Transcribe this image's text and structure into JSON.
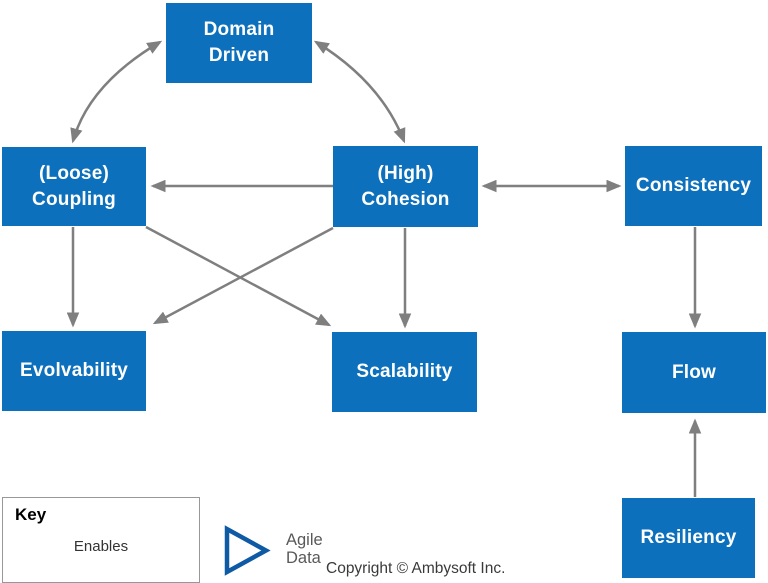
{
  "diagram": {
    "nodes": {
      "domain_driven": {
        "lines": [
          "Domain",
          "Driven"
        ]
      },
      "loose_coupling": {
        "lines": [
          "(Loose)",
          "Coupling"
        ]
      },
      "high_cohesion": {
        "lines": [
          "(High)",
          "Cohesion"
        ]
      },
      "consistency": {
        "lines": [
          "Consistency"
        ]
      },
      "evolvability": {
        "lines": [
          "Evolvability"
        ]
      },
      "scalability": {
        "lines": [
          "Scalability"
        ]
      },
      "flow": {
        "lines": [
          "Flow"
        ]
      },
      "resiliency": {
        "lines": [
          "Resiliency"
        ]
      }
    },
    "edges": [
      {
        "from": "Domain Driven",
        "to": "(Loose) Coupling",
        "relationship": "enables",
        "direction": "bidirectional",
        "style": "curved"
      },
      {
        "from": "Domain Driven",
        "to": "(High) Cohesion",
        "relationship": "enables",
        "direction": "bidirectional",
        "style": "curved"
      },
      {
        "from": "(High) Cohesion",
        "to": "(Loose) Coupling",
        "relationship": "enables",
        "direction": "one-way",
        "style": "straight"
      },
      {
        "from": "(High) Cohesion",
        "to": "Consistency",
        "relationship": "enables",
        "direction": "bidirectional",
        "style": "straight"
      },
      {
        "from": "(Loose) Coupling",
        "to": "Evolvability",
        "relationship": "enables",
        "direction": "one-way",
        "style": "straight"
      },
      {
        "from": "(Loose) Coupling",
        "to": "Scalability",
        "relationship": "enables",
        "direction": "one-way",
        "style": "straight"
      },
      {
        "from": "(High) Cohesion",
        "to": "Evolvability",
        "relationship": "enables",
        "direction": "one-way",
        "style": "straight"
      },
      {
        "from": "(High) Cohesion",
        "to": "Scalability",
        "relationship": "enables",
        "direction": "one-way",
        "style": "straight"
      },
      {
        "from": "Consistency",
        "to": "Flow",
        "relationship": "enables",
        "direction": "one-way",
        "style": "straight"
      },
      {
        "from": "Resiliency",
        "to": "Flow",
        "relationship": "enables",
        "direction": "one-way",
        "style": "straight"
      }
    ]
  },
  "key": {
    "title": "Key",
    "arrow_label": "Enables"
  },
  "logo": {
    "line1": "Agile",
    "line2": "Data"
  },
  "copyright": "Copyright © Ambysoft Inc.",
  "colors": {
    "node_fill": "#0d70bc",
    "node_text": "#ffffff",
    "arrow_gray": "#7f7f7f",
    "logo_blue": "#0f5aa4",
    "key_border": "#989898",
    "text_dark": "#3a3a3a"
  }
}
